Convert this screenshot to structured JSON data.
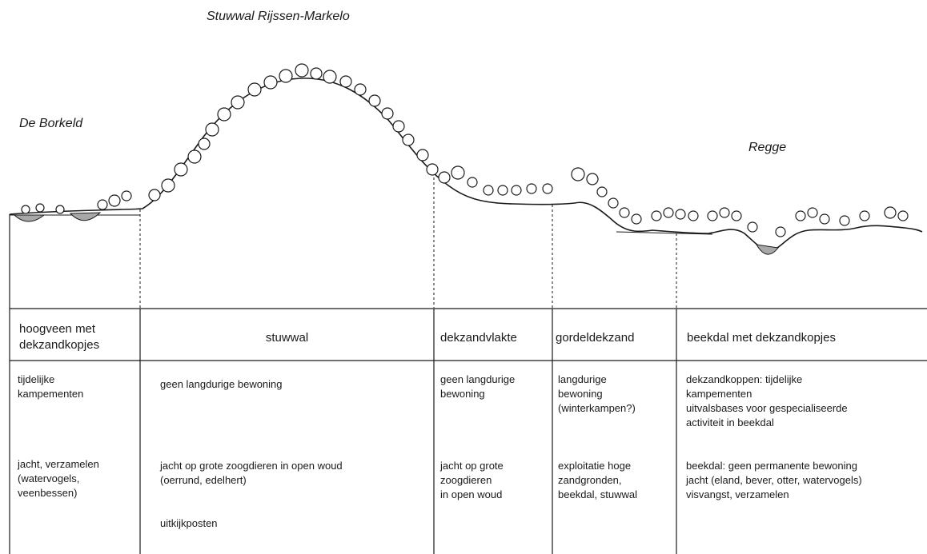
{
  "labels": {
    "ridge": "Stuwwal Rijssen-Markelo",
    "west": "De Borkeld",
    "east": "Regge"
  },
  "columns": [
    {
      "header": "hoogveen met\ndekzandkopjes",
      "occupation": "tijdelijke\nkampementen",
      "activity": "jacht, verzamelen\n(watervogels,\nveenbessen)",
      "extra": ""
    },
    {
      "header": "stuwwal",
      "occupation": "geen langdurige bewoning",
      "activity": "jacht op grote zoogdieren in open woud\n(oerrund, edelhert)",
      "extra": "uitkijkposten"
    },
    {
      "header": "dekzandvlakte",
      "occupation": "geen langdurige\nbewoning",
      "activity": "jacht op grote\nzoogdieren\nin open woud",
      "extra": ""
    },
    {
      "header": "gordeldekzand",
      "occupation": "langdurige\nbewoning\n(winterkampen?)",
      "activity": "exploitatie hoge\nzandgronden,\nbeekdal, stuwwal",
      "extra": ""
    },
    {
      "header": "beekdal met dekzandkopjes",
      "occupation": "dekzandkoppen: tijdelijke\nkampementen\nuitvalsbases voor gespecialiseerde\nactiviteit in beekdal",
      "activity": "beekdal: geen permanente bewoning\njacht (eland, bever, otter, watervogels)\nvisvangst, verzamelen",
      "extra": ""
    }
  ]
}
